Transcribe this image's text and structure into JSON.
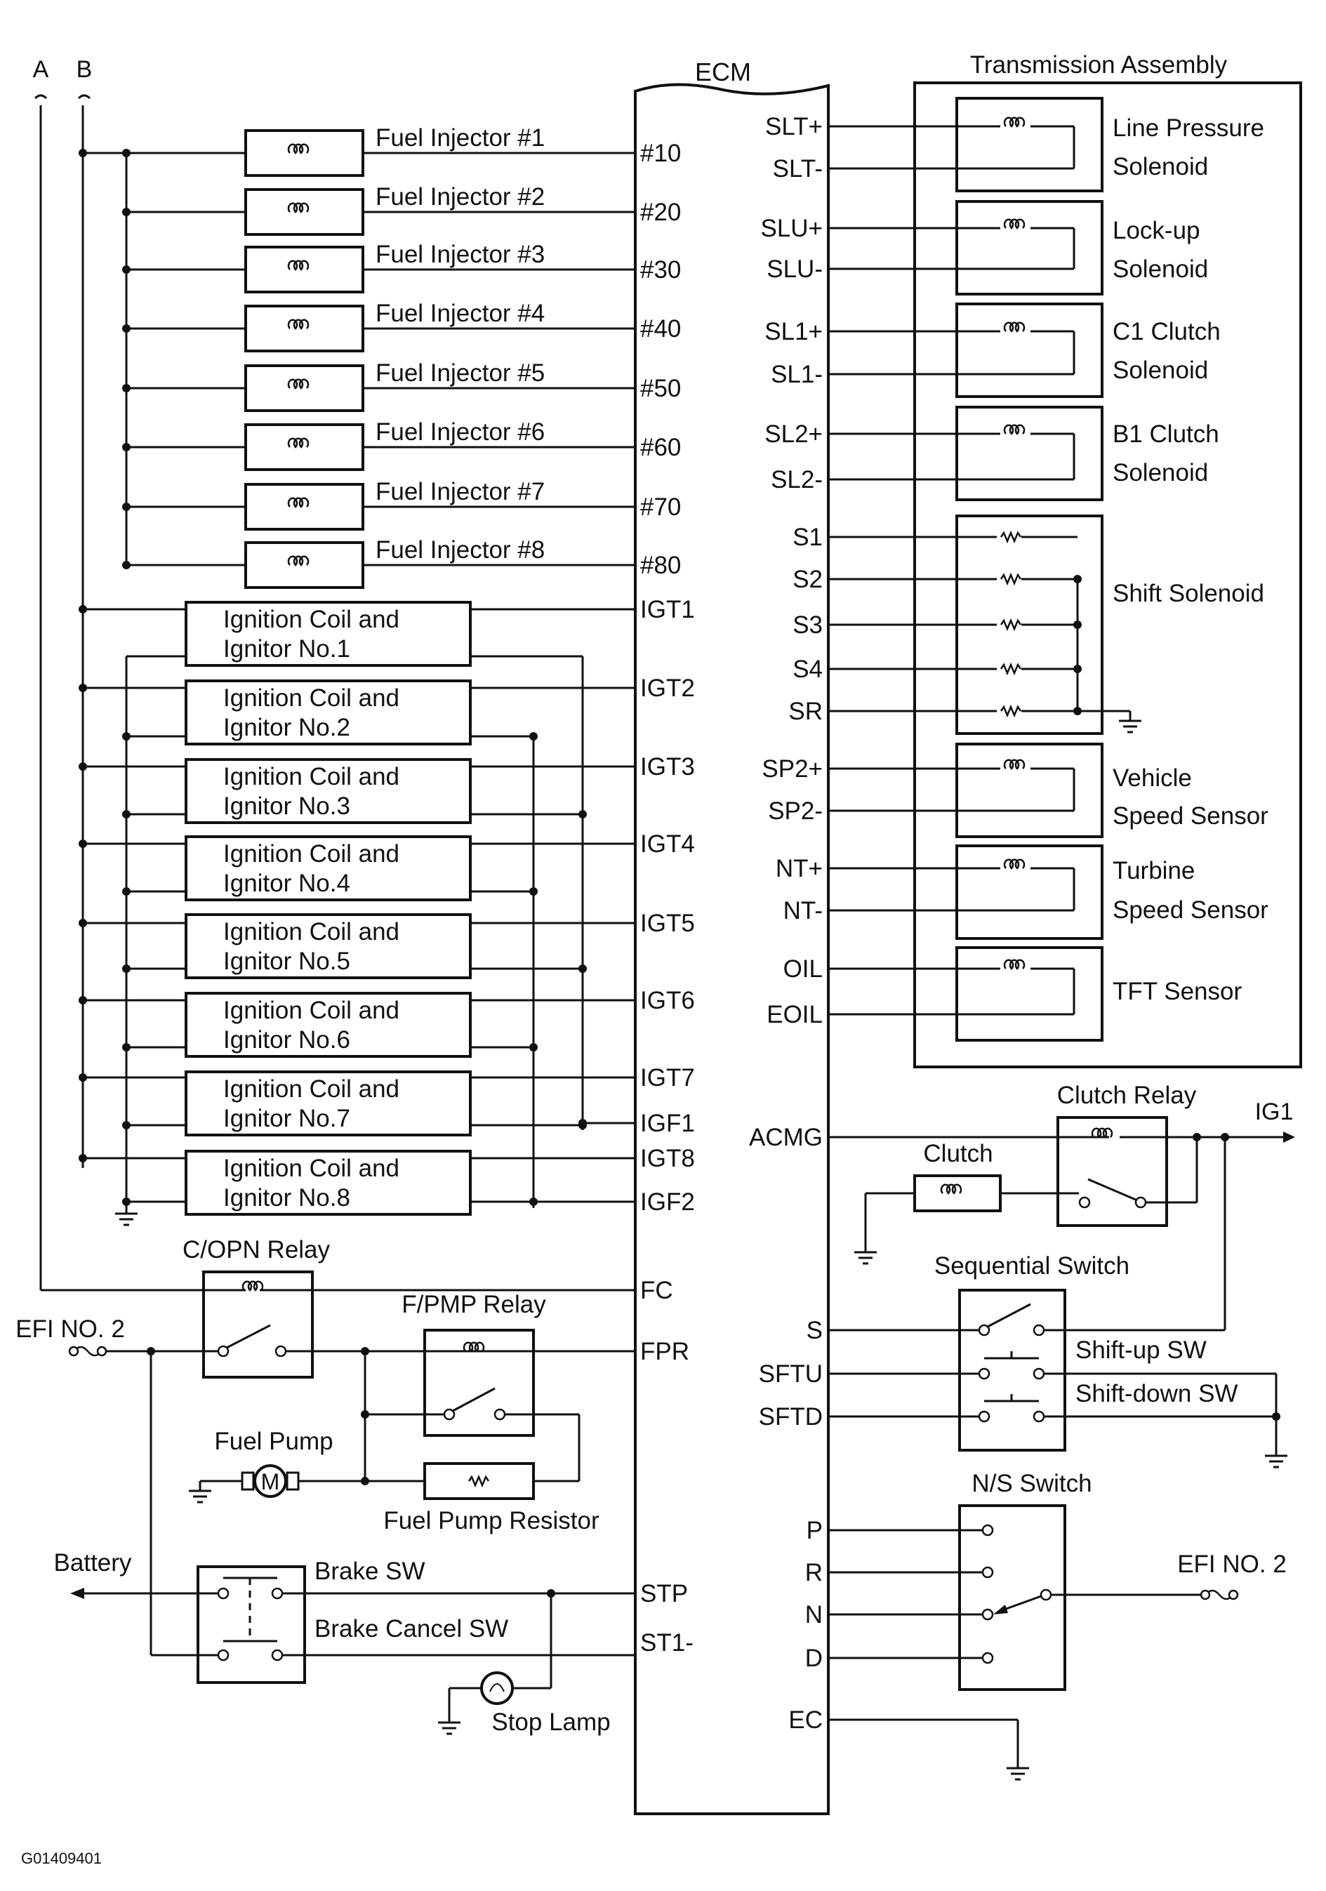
{
  "bus_labels": [
    "A",
    "B"
  ],
  "ecm": {
    "title": "ECM",
    "left_pins": [
      "#10",
      "#20",
      "#30",
      "#40",
      "#50",
      "#60",
      "#70",
      "#80",
      "IGT1",
      "IGT2",
      "IGT3",
      "IGT4",
      "IGT5",
      "IGT6",
      "IGT7",
      "IGF1",
      "IGT8",
      "IGF2",
      "FC",
      "FPR",
      "STP",
      "ST1-"
    ],
    "right_pins": [
      "SLT+",
      "SLT-",
      "SLU+",
      "SLU-",
      "SL1+",
      "SL1-",
      "SL2+",
      "SL2-",
      "S1",
      "S2",
      "S3",
      "S4",
      "SR",
      "SP2+",
      "SP2-",
      "NT+",
      "NT-",
      "OIL",
      "EOIL",
      "ACMG",
      "S",
      "SFTU",
      "SFTD",
      "P",
      "R",
      "N",
      "D",
      "EC"
    ]
  },
  "injectors": [
    "Fuel Injector #1",
    "Fuel Injector #2",
    "Fuel Injector #3",
    "Fuel Injector #4",
    "Fuel Injector #5",
    "Fuel Injector #6",
    "Fuel Injector #7",
    "Fuel Injector #8"
  ],
  "ignition_coils": [
    [
      "Ignition Coil and",
      "Ignitor No.1"
    ],
    [
      "Ignition Coil and",
      "Ignitor No.2"
    ],
    [
      "Ignition Coil and",
      "Ignitor No.3"
    ],
    [
      "Ignition Coil and",
      "Ignitor No.4"
    ],
    [
      "Ignition Coil and",
      "Ignitor No.5"
    ],
    [
      "Ignition Coil and",
      "Ignitor No.6"
    ],
    [
      "Ignition Coil and",
      "Ignitor No.7"
    ],
    [
      "Ignition Coil and",
      "Ignitor No.8"
    ]
  ],
  "transmission": {
    "title": "Transmission Assembly",
    "components": [
      [
        "Line Pressure",
        "Solenoid"
      ],
      [
        "Lock-up",
        "Solenoid"
      ],
      [
        "C1 Clutch",
        "Solenoid"
      ],
      [
        "B1 Clutch",
        "Solenoid"
      ],
      [
        "Shift Solenoid"
      ],
      [
        "Vehicle",
        "Speed Sensor"
      ],
      [
        "Turbine",
        "Speed Sensor"
      ],
      [
        "TFT Sensor"
      ]
    ]
  },
  "labels": {
    "clutch_relay": "Clutch Relay",
    "ig1": "IG1",
    "clutch": "Clutch",
    "sequential_switch": "Sequential Switch",
    "shift_up_sw": "Shift-up SW",
    "shift_down_sw": "Shift-down SW",
    "ns_switch": "N/S Switch",
    "efi_no2_right": "EFI NO. 2",
    "copn_relay": "C/OPN Relay",
    "fpmp_relay": "F/PMP Relay",
    "efi_no2_left": "EFI NO. 2",
    "fuel_pump": "Fuel Pump",
    "motor_symbol": "M",
    "fuel_pump_resistor": "Fuel Pump Resistor",
    "battery": "Battery",
    "brake_sw": "Brake SW",
    "brake_cancel_sw": "Brake Cancel SW",
    "stop_lamp": "Stop Lamp",
    "figure_id": "G01409401"
  }
}
